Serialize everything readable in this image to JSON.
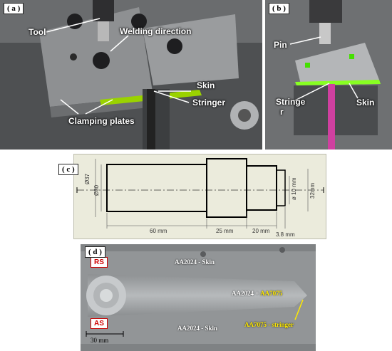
{
  "panel_a": {
    "tag": "( a )",
    "labels": {
      "tool": "Tool",
      "welding_direction": "Welding direction",
      "skin": "Skin",
      "stringer": "Stringer",
      "clamping_plates": "Clamping plates"
    }
  },
  "panel_b": {
    "tag": "( b )",
    "labels": {
      "pin": "Pin",
      "stringer_line1": "Stringe",
      "stringer_line2": "r",
      "skin": "Skin"
    }
  },
  "panel_c": {
    "tag": "( c )",
    "dims": {
      "d37": "Ø37",
      "d30": "Ø30",
      "d10": "ø 10 mm",
      "h32": "32mm",
      "l60": "60 mm",
      "l25": "25 mm",
      "l20": "20 mm",
      "l38": "3.8 mm"
    }
  },
  "panel_d": {
    "tag": "( d )",
    "rs": "RS",
    "as": "AS",
    "skin_top": "AA2024 - Skin",
    "skin_bottom": "AA2024 - Skin",
    "mix_white": "AA2024 + ",
    "mix_yellow": "AA7075",
    "stringer": "AA7075 - stringer",
    "scale": "30 mm"
  }
}
